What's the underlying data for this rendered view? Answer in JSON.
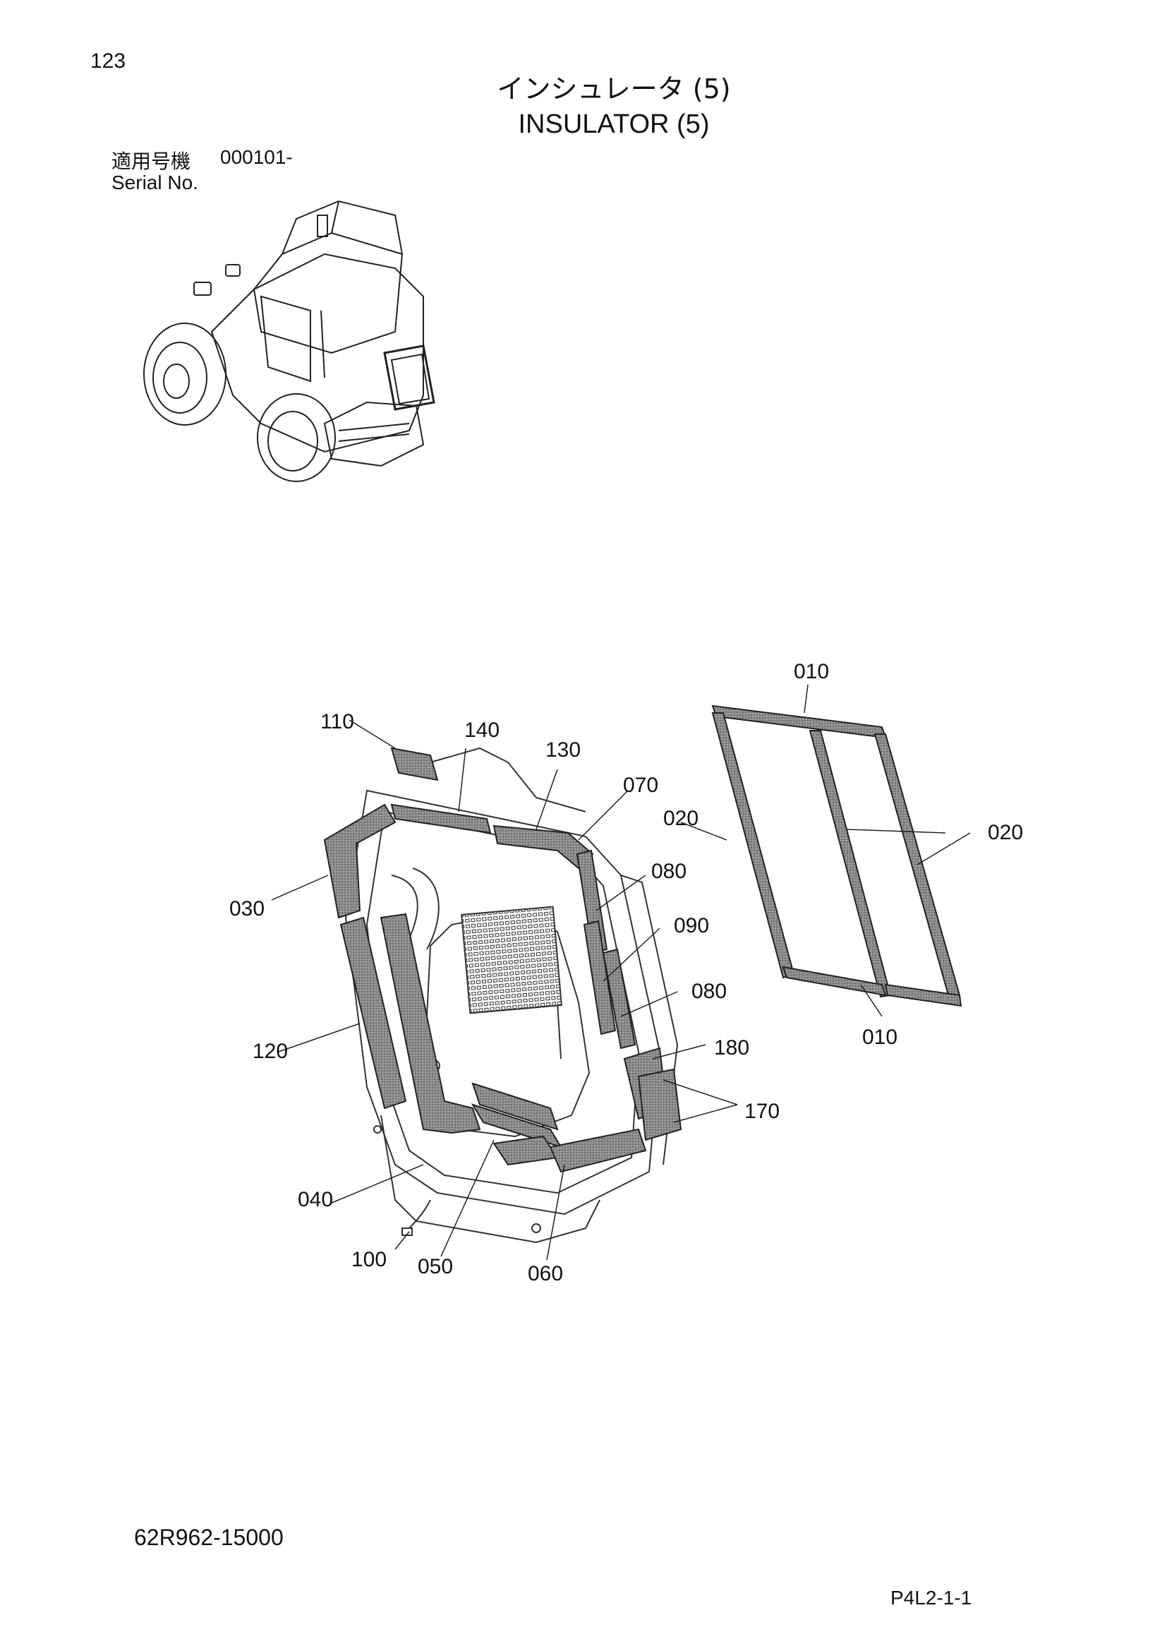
{
  "header": {
    "page_number": "123",
    "title_jp": "インシュレータ (5)",
    "title_en": "INSULATOR (5)",
    "serial_label_jp": "適用号機",
    "serial_value": "000101-",
    "serial_label_en": "Serial No."
  },
  "footer": {
    "doc_number": "62R962-15000",
    "ref_code": "P4L2-1-1"
  },
  "callouts": {
    "c010_top": "010",
    "c010_bottom": "010",
    "c020_left": "020",
    "c020_right": "020",
    "c030": "030",
    "c040": "040",
    "c050": "050",
    "c060": "060",
    "c070": "070",
    "c080_top": "080",
    "c080_bottom": "080",
    "c090": "090",
    "c100": "100",
    "c110": "110",
    "c120": "120",
    "c130": "130",
    "c140": "140",
    "c170": "170",
    "c180": "180"
  }
}
